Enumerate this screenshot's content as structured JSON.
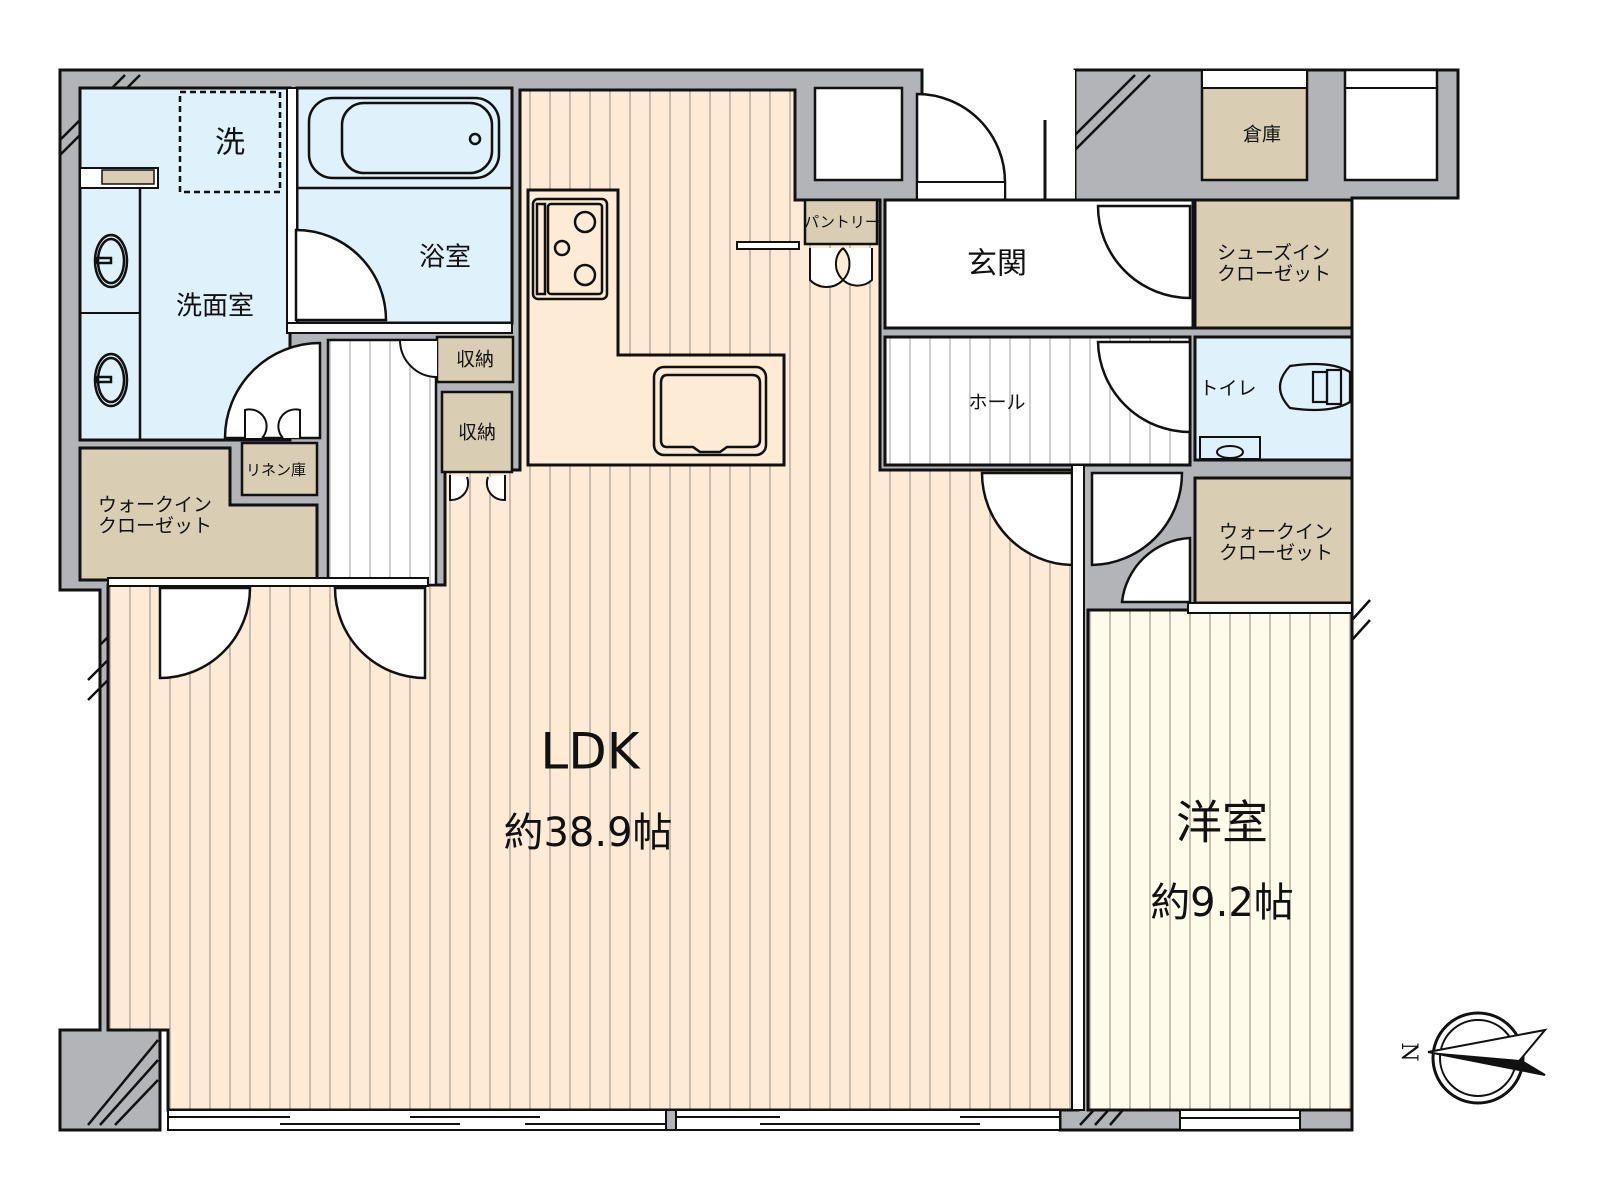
{
  "floorplan": {
    "colors": {
      "wall": "#b3b4b7",
      "wall_outline": "#111111",
      "ldk_floor": "#fdebd6",
      "western_floor": "#fffbea",
      "wet_area": "#dff1fb",
      "storage": "#d9cdb4",
      "hall": "#ffffff",
      "floor_stripe": "#b9afa3"
    },
    "rooms": {
      "ldk": {
        "name": "LDK",
        "area": "約38.9帖"
      },
      "western": {
        "name": "洋室",
        "area": "約9.2帖"
      },
      "washroom": {
        "name": "洗面室"
      },
      "washer": {
        "name": "洗"
      },
      "bath": {
        "name": "浴室"
      },
      "entrance": {
        "name": "玄関"
      },
      "hall": {
        "name": "ホール"
      },
      "toilet": {
        "name": "トイレ"
      },
      "warehouse": {
        "name": "倉庫"
      },
      "pantry": {
        "name": "パントリー"
      },
      "linen": {
        "name": "リネン庫"
      },
      "storage1": {
        "name": "収納"
      },
      "storage2": {
        "name": "収納"
      },
      "shoes_closet": {
        "name": "シューズイン\nクローゼット"
      },
      "wic_left": {
        "name": "ウォークイン\nクローゼット"
      },
      "wic_right": {
        "name": "ウォークイン\nクローゼット"
      }
    },
    "compass": {
      "label": "N",
      "icon": "north-arrow-icon"
    }
  }
}
